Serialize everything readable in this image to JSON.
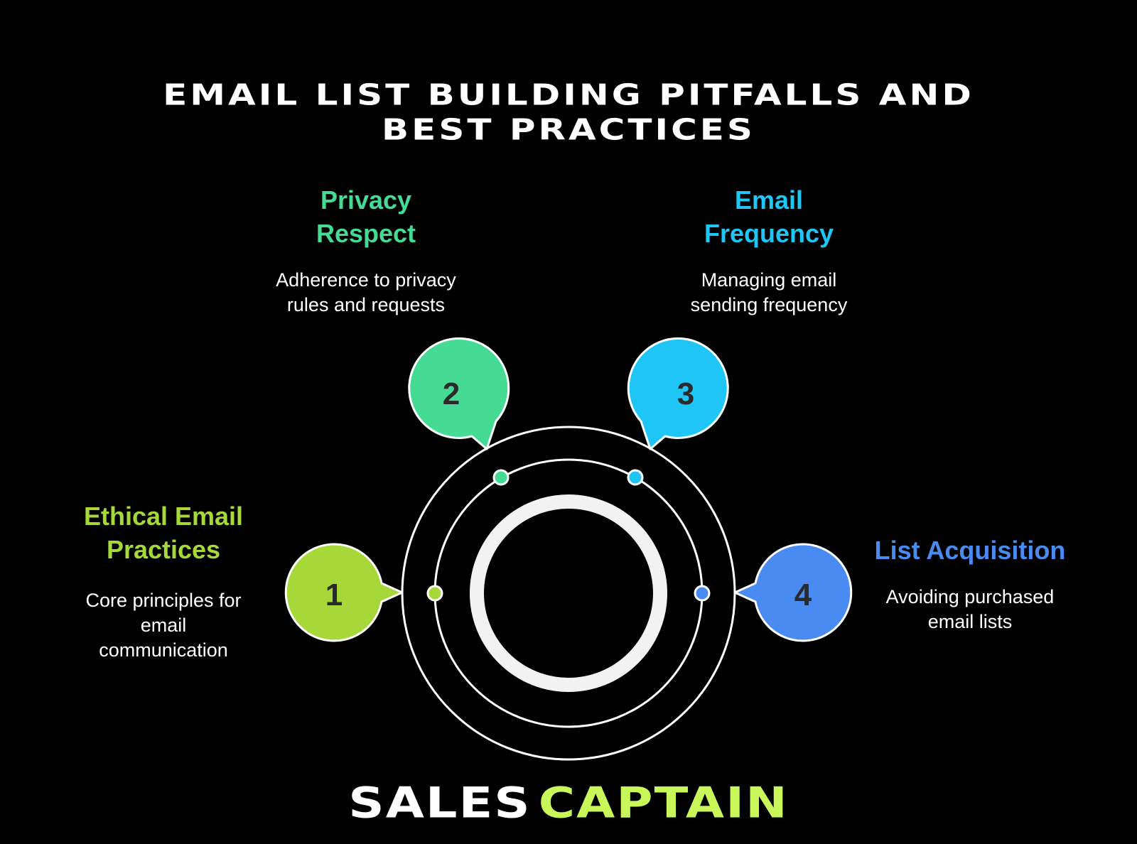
{
  "title": {
    "line1": "Email List Building Pitfalls and",
    "line2": "Best Practices"
  },
  "items": [
    {
      "number": "1",
      "heading_line1": "Ethical Email",
      "heading_line2": "Practices",
      "desc_lines": [
        "Core principles for",
        "email",
        "communication"
      ],
      "color": "#A6D83A"
    },
    {
      "number": "2",
      "heading_line1": "Privacy",
      "heading_line2": "Respect",
      "desc_lines": [
        "Adherence to privacy",
        "rules and requests"
      ],
      "color": "#45DB95"
    },
    {
      "number": "3",
      "heading_line1": "Email",
      "heading_line2": "Frequency",
      "desc_lines": [
        "Managing email",
        "sending frequency"
      ],
      "color": "#1EC5F5"
    },
    {
      "number": "4",
      "heading_line1": "List Acquisition",
      "heading_line2": "",
      "desc_lines": [
        "Avoiding purchased",
        "email lists"
      ],
      "color": "#4A8BF2"
    }
  ],
  "brand": {
    "part1": "SALES",
    "part2": "CAPTAIN",
    "part2_color": "#C9F75A"
  }
}
